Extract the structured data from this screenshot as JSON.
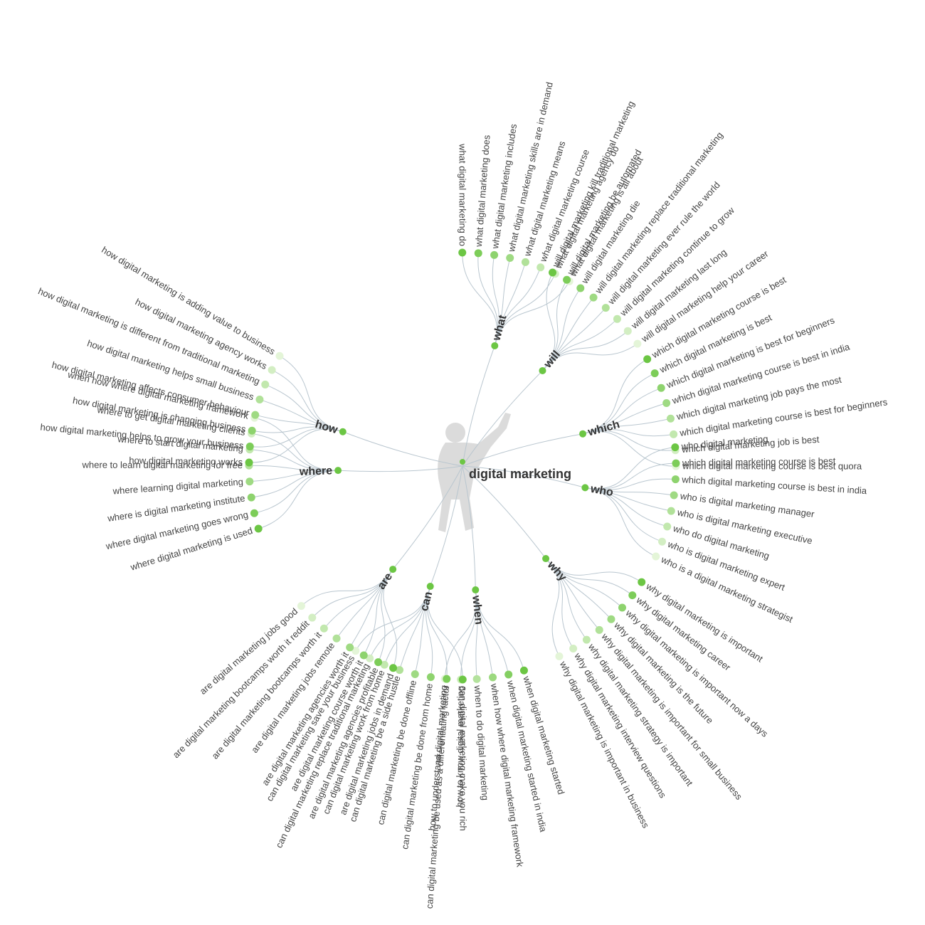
{
  "root": "digital marketing",
  "colors": {
    "link": "#b9c6cf",
    "node": "#6cc644",
    "node_light": "#e4f5d8",
    "label": "#444444",
    "figure": "#cfcfcf"
  },
  "branches": [
    {
      "label": "what",
      "leaves": [
        "what digital marketing do",
        "what digital marketing does",
        "what digital marketing includes",
        "what digital marketing skills are in demand",
        "what digital marketing means",
        "what digital marketing course",
        "what digital marketing agency do",
        "what digital marketing is all about"
      ]
    },
    {
      "label": "will",
      "leaves": [
        "will digital marketing kill traditional marketing",
        "will digital marketing be automated",
        "will digital marketing die",
        "will digital marketing replace traditional marketing",
        "will digital marketing ever rule the world",
        "will digital marketing continue to grow",
        "will digital marketing last long",
        "will digital marketing help your career"
      ]
    },
    {
      "label": "which",
      "leaves": [
        "which digital marketing course is best",
        "which digital marketing is best",
        "which digital marketing is best for beginners",
        "which digital marketing course is best in india",
        "which digital marketing job pays the most",
        "which digital marketing course is best for beginners",
        "which digital marketing job is best",
        "which digital marketing course is best quora"
      ]
    },
    {
      "label": "who",
      "leaves": [
        "who digital marketing",
        "which digital marketing course is best",
        "which digital marketing course is best in india",
        "who is digital marketing manager",
        "who is digital marketing executive",
        "who do digital marketing",
        "who is digital marketing expert",
        "who is a digital marketing strategist"
      ]
    },
    {
      "label": "why",
      "leaves": [
        "why digital marketing is important",
        "why digital marketing career",
        "why digital marketing is important now a days",
        "why digital marketing is the future",
        "why digital marketing is important for small business",
        "why digital marketing strategy is important",
        "why digital marketing interview questions",
        "why digital marketing is important in business"
      ]
    },
    {
      "label": "when",
      "leaves": [
        "when digital marketing started",
        "when digital marketing started in india",
        "when how where digital marketing framework",
        "when to do digital marketing",
        "how to know digital marketing",
        "how to understand digital marketing"
      ]
    },
    {
      "label": "can",
      "leaves": [
        "can digital marketing make you rich",
        "can digital marketing be used as a differentiating factor",
        "can digital marketing be done from home",
        "can digital marketing be done offline",
        "can digital marketing be a side hustle",
        "can digital marketing work from home",
        "can digital marketing replace traditional marketing",
        "can digital marketing save your business"
      ]
    },
    {
      "label": "are",
      "leaves": [
        "are digital marketing jobs in demand",
        "are digital marketing agencies profitable",
        "are digital marketing course worth it",
        "are digital marketing agencies worth it",
        "are digital marketing jobs remote",
        "are digital marketing bootcamps worth it",
        "are digital marketing bootcamps worth it reddit",
        "are digital marketing jobs good"
      ]
    },
    {
      "label": "where",
      "leaves": [
        "where digital marketing is used",
        "where digital marketing goes wrong",
        "where is digital marketing institute",
        "where learning digital marketing",
        "where to learn digital marketing for free",
        "where to start digital marketing",
        "where to get digital marketing clients",
        "when how where digital marketing framework"
      ]
    },
    {
      "label": "how",
      "leaves": [
        "how digital marketing works",
        "how digital marketing helps to grow your business",
        "how digital marketing is changing business",
        "how digital marketing affects consumer behaviour",
        "how digital marketing helps small business",
        "how digital marketing is different from traditional marketing",
        "how digital marketing agency works",
        "how digital marketing is adding value to business"
      ]
    }
  ]
}
